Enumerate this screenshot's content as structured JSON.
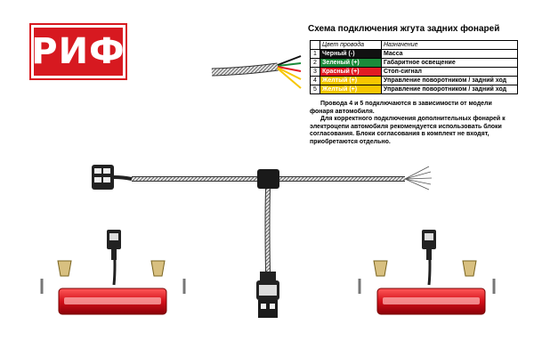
{
  "logo": {
    "text": "РИФ",
    "color": "#d71920"
  },
  "diagram": {
    "title": "Схема подключения жгута задних фонарей",
    "table": {
      "headers": {
        "wire": "Цвет провода",
        "purpose": "Назначение"
      },
      "rows": [
        {
          "num": "1",
          "color_name": "Черный (-)",
          "purpose": "Масса",
          "bg": "#111111",
          "fg": "#ffffff"
        },
        {
          "num": "2",
          "color_name": "Зеленый (+)",
          "purpose": "Габаритное освещение",
          "bg": "#1a8a3a",
          "fg": "#ffffff"
        },
        {
          "num": "3",
          "color_name": "Красный (+)",
          "purpose": "Стоп-сигнал",
          "bg": "#e21b23",
          "fg": "#ffffff"
        },
        {
          "num": "4",
          "color_name": "Желтый (+)",
          "purpose": "Управление поворотником / задний ход",
          "bg": "#f7c600",
          "fg": "#ffffff"
        },
        {
          "num": "5",
          "color_name": "Желтый (+)",
          "purpose": "Управление поворотником / задний ход",
          "bg": "#f7c600",
          "fg": "#ffffff"
        }
      ]
    },
    "notes": [
      "Провода 4 и 5 подключаются в зависимости от модели фонаря автомобиля.",
      "Для корректного подключения дополнительных фонарей к электроцепи автомобиля рекомендуется использовать блоки согласования. Блоки согласования в комплект не входят, приобретаются отдельно."
    ]
  },
  "wire_colors": [
    "#111111",
    "#1a8a3a",
    "#e21b23",
    "#f7c600",
    "#f7c600"
  ],
  "lamp_color": "#e0141e"
}
